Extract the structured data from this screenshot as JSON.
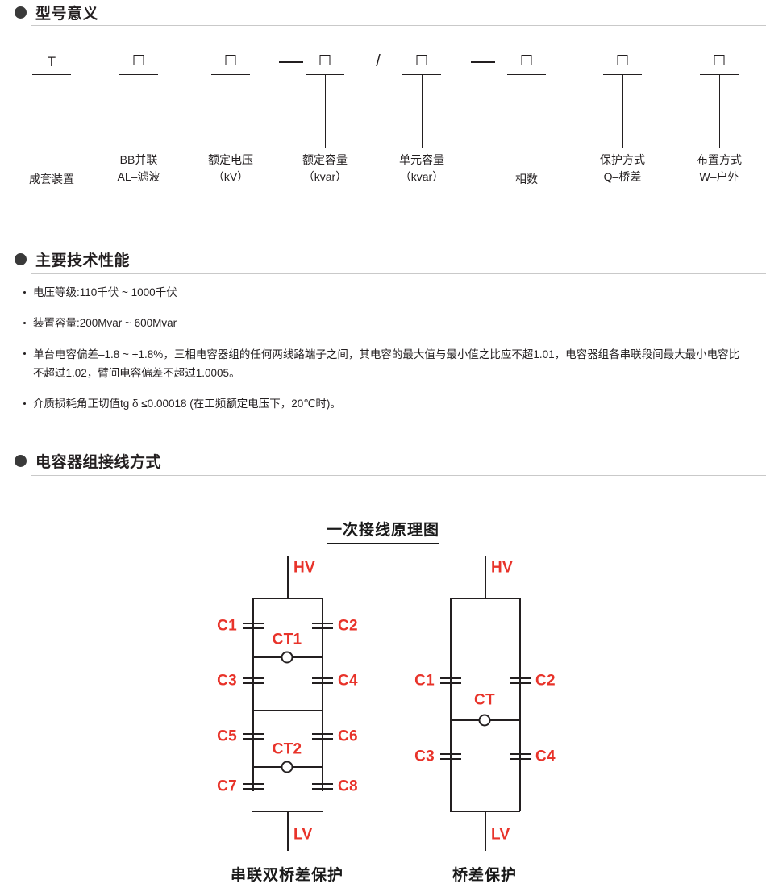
{
  "sections": [
    {
      "title": "型号意义",
      "bullet_color": "#3a3a3a"
    },
    {
      "title": "主要技术性能",
      "bullet_color": "#3a3a3a"
    },
    {
      "title": "电容器组接线方式",
      "bullet_color": "#3a3a3a"
    }
  ],
  "model_designation": {
    "positions": [
      {
        "symbol": "T",
        "symbol_type": "text",
        "label": "成套装置"
      },
      {
        "symbol": "□",
        "symbol_type": "box",
        "label": "BB并联\nAL–滤波"
      },
      {
        "symbol": "□",
        "symbol_type": "box",
        "label": "额定电压\n（kV）"
      },
      {
        "symbol": "—",
        "symbol_type": "dash",
        "label": ""
      },
      {
        "symbol": "□",
        "symbol_type": "box",
        "label": "额定容量\n（kvar）"
      },
      {
        "symbol": "/",
        "symbol_type": "slash",
        "label": ""
      },
      {
        "symbol": "□",
        "symbol_type": "box",
        "label": "单元容量\n（kvar）"
      },
      {
        "symbol": "—",
        "symbol_type": "dash",
        "label": ""
      },
      {
        "symbol": "□",
        "symbol_type": "box",
        "label": "相数"
      },
      {
        "symbol": "□",
        "symbol_type": "box",
        "label": "保护方式\nQ–桥差"
      },
      {
        "symbol": "□",
        "symbol_type": "box",
        "label": "布置方式\nW–户外"
      }
    ]
  },
  "specs": {
    "items": [
      "电压等级:110千伏 ~ 1000千伏",
      "装置容量:200Mvar ~ 600Mvar",
      "单台电容偏差–1.8 ~ +1.8%，三相电容器组的任何两线路端子之间，其电容的最大值与最小值之比应不超1.01，电容器组各串联段间最大最小电容比不超过1.02，臂间电容偏差不超过1.0005。",
      "介质损耗角正切值tg δ ≤0.00018 (在工频额定电压下，20℃时)。"
    ]
  },
  "circuit": {
    "title": "一次接线原理图",
    "label_color": "#e8332a",
    "wire_color": "#231f20",
    "diagrams": [
      {
        "caption": "串联双桥差保护",
        "type": "series-double-bridge",
        "terminals": {
          "top": "HV",
          "bottom": "LV"
        },
        "capacitors": [
          "C1",
          "C2",
          "C3",
          "C4",
          "C5",
          "C6",
          "C7",
          "C8"
        ],
        "current_transformers": [
          "CT1",
          "CT2"
        ]
      },
      {
        "caption": "桥差保护",
        "type": "single-bridge",
        "terminals": {
          "top": "HV",
          "bottom": "LV"
        },
        "capacitors": [
          "C1",
          "C2",
          "C3",
          "C4"
        ],
        "current_transformers": [
          "CT"
        ]
      }
    ]
  }
}
